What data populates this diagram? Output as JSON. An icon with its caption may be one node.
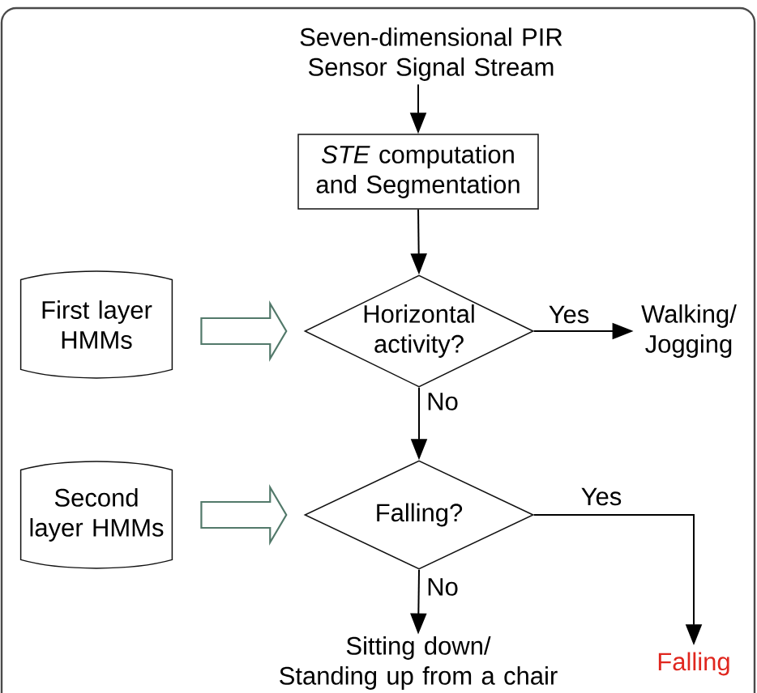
{
  "diagram": {
    "nodes": [
      {
        "text": [
          "Seven-dimensional PIR Sensor Signal Stream"
        ]
      },
      {
        "text": [
          "*STE* computation and Segmentation"
        ]
      },
      {
        "text": [
          "First layer HMMs"
        ]
      },
      {
        "text": [
          "Horizontal activity?"
        ]
      },
      {
        "text": [
          "Walking/ Jogging"
        ]
      },
      {
        "text": [
          "Second layer HMMs"
        ]
      },
      {
        "text": [
          "Falling?"
        ]
      },
      {
        "text": [
          "Sitting down/ Standing up from a chair"
        ]
      },
      {
        "text": [
          "Falling"
        ]
      }
    ],
    "edges": [
      {
        "from": 0,
        "to": 1,
        "arrow": "to"
      },
      {
        "from": 1,
        "to": 3,
        "arrow": "to"
      },
      {
        "from": 2,
        "to": 3,
        "arrow": "to",
        "style": "thick",
        "color": "#52796a"
      },
      {
        "from": 3,
        "to": 4,
        "arrow": "to",
        "label": "Yes"
      },
      {
        "from": 3,
        "to": 6,
        "arrow": "to",
        "label": "No"
      },
      {
        "from": 5,
        "to": 6,
        "arrow": "to",
        "style": "thick",
        "color": "#52796a"
      },
      {
        "from": 6,
        "to": 8,
        "arrow": "to",
        "label": "Yes"
      },
      {
        "from": 6,
        "to": 7,
        "arrow": "to",
        "label": "No"
      }
    ]
  }
}
